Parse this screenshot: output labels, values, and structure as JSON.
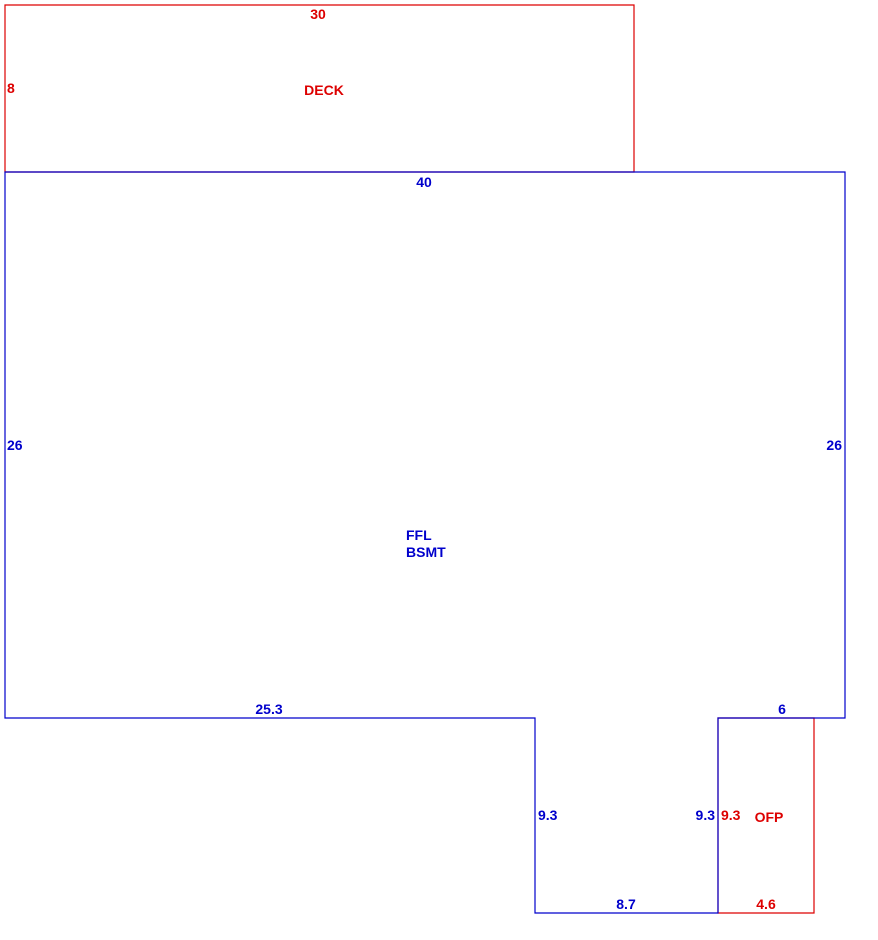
{
  "colors": {
    "main_outline": "#0000cc",
    "addition_outline": "#dd0000",
    "background": "#ffffff"
  },
  "deck": {
    "name": "DECK",
    "dim_top": "30",
    "dim_left": "8"
  },
  "main": {
    "name_line1": "FFL",
    "name_line2": "BSMT",
    "dim_top": "40",
    "dim_left": "26",
    "dim_right": "26",
    "dim_bottom_left": "25.3",
    "dim_bottom_right": "6",
    "dim_notch_left": "9.3",
    "dim_notch_right": "9.3",
    "dim_notch_bottom": "8.7"
  },
  "ofp": {
    "name": "OFP",
    "dim_left": "9.3",
    "dim_bottom": "4.6"
  }
}
